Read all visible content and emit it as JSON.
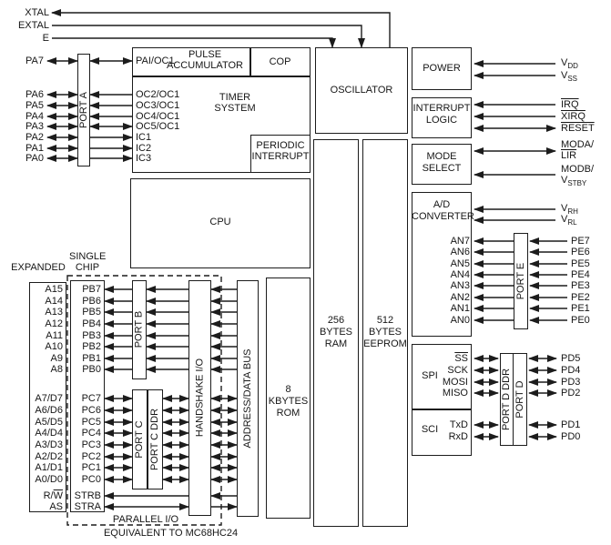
{
  "colors": {
    "background": "#ffffff",
    "ink": "#1c1c1c"
  },
  "clock": {
    "xtal": "XTAL",
    "extal": "EXTAL",
    "e": "E"
  },
  "port_a": {
    "label": "PORT A",
    "pins": [
      "PA7",
      "PA6",
      "PA5",
      "PA4",
      "PA3",
      "PA2",
      "PA1",
      "PA0"
    ]
  },
  "timer": {
    "pai": "PAI/OC1",
    "pulse_accumulator_l1": "PULSE",
    "pulse_accumulator_l2": "ACCUMULATOR",
    "cop": "COP",
    "system_l1": "TIMER",
    "system_l2": "SYSTEM",
    "oc": [
      "OC2/OC1",
      "OC3/OC1",
      "OC4/OC1",
      "OC5/OC1"
    ],
    "ic": [
      "IC1",
      "IC2",
      "IC3"
    ],
    "periodic_l1": "PERIODIC",
    "periodic_l2": "INTERRUPT"
  },
  "cpu": "CPU",
  "oscillator": "OSCILLATOR",
  "memory": {
    "ram": [
      "256",
      "BYTES",
      "RAM"
    ],
    "eeprom": [
      "512",
      "BYTES",
      "EEPROM"
    ],
    "rom": [
      "8",
      "KBYTES",
      "ROM"
    ]
  },
  "buses": {
    "handshake": "HANDSHAKE I/O",
    "address_data": "ADDRESS/DATA BUS"
  },
  "modes": {
    "expanded": "EXPANDED",
    "single_chip_l1": "SINGLE",
    "single_chip_l2": "CHIP"
  },
  "expanded_pins": {
    "addr_high": [
      "A15",
      "A14",
      "A13",
      "A12",
      "A11",
      "A10",
      "A9",
      "A8"
    ],
    "addr_data": [
      "A7/D7",
      "A6/D6",
      "A5/D5",
      "A4/D4",
      "A3/D3",
      "A2/D2",
      "A1/D1",
      "A0/D0"
    ],
    "rw_pre": "R/",
    "rw_over": "W",
    "as": "AS"
  },
  "single_chip_pins": {
    "port_b": [
      "PB7",
      "PB6",
      "PB5",
      "PB4",
      "PB3",
      "PB2",
      "PB1",
      "PB0"
    ],
    "port_c": [
      "PC7",
      "PC6",
      "PC5",
      "PC4",
      "PC3",
      "PC2",
      "PC1",
      "PC0"
    ],
    "strb": "STRB",
    "stra": "STRA"
  },
  "port_b_label": "PORT B",
  "port_c_label": "PORT C",
  "port_c_ddr_label": "PORT C DDR",
  "footer": {
    "parallel_io": "PARALLEL I/O",
    "equivalent": "EQUIVALENT TO MC68HC24"
  },
  "right": {
    "power": {
      "label": "POWER",
      "vdd_base": "V",
      "vdd_sub": "DD",
      "vss_base": "V",
      "vss_sub": "SS"
    },
    "interrupt": {
      "l1": "INTERRUPT",
      "l2": "LOGIC",
      "irq": "IRQ",
      "xirq": "XIRQ",
      "reset": "RESET"
    },
    "mode_select": {
      "l1": "MODE",
      "l2": "SELECT",
      "moda_l1": "MODA/",
      "moda_l2": "LIR",
      "modb_l1": "MODB/",
      "modb_base": "V",
      "modb_sub": "STBY"
    },
    "adc": {
      "l1": "A/D",
      "l2": "CONVERTER",
      "vrh_base": "V",
      "vrh_sub": "RH",
      "vrl_base": "V",
      "vrl_sub": "RL",
      "an": [
        "AN7",
        "AN6",
        "AN5",
        "AN4",
        "AN3",
        "AN2",
        "AN1",
        "AN0"
      ],
      "pe": [
        "PE7",
        "PE6",
        "PE5",
        "PE4",
        "PE3",
        "PE2",
        "PE1",
        "PE0"
      ],
      "port_e": "PORT E"
    },
    "spi": {
      "label": "SPI",
      "ss_over": "SS",
      "pins": [
        "SCK",
        "MOSI",
        "MISO"
      ]
    },
    "sci": {
      "label": "SCI",
      "txd": "TxD",
      "rxd": "RxD"
    },
    "port_d": {
      "ddr": "PORT D DDR",
      "label": "PORT D",
      "pins_hi": [
        "PD5",
        "PD4",
        "PD3",
        "PD2"
      ],
      "pins_lo": [
        "PD1",
        "PD0"
      ]
    }
  }
}
